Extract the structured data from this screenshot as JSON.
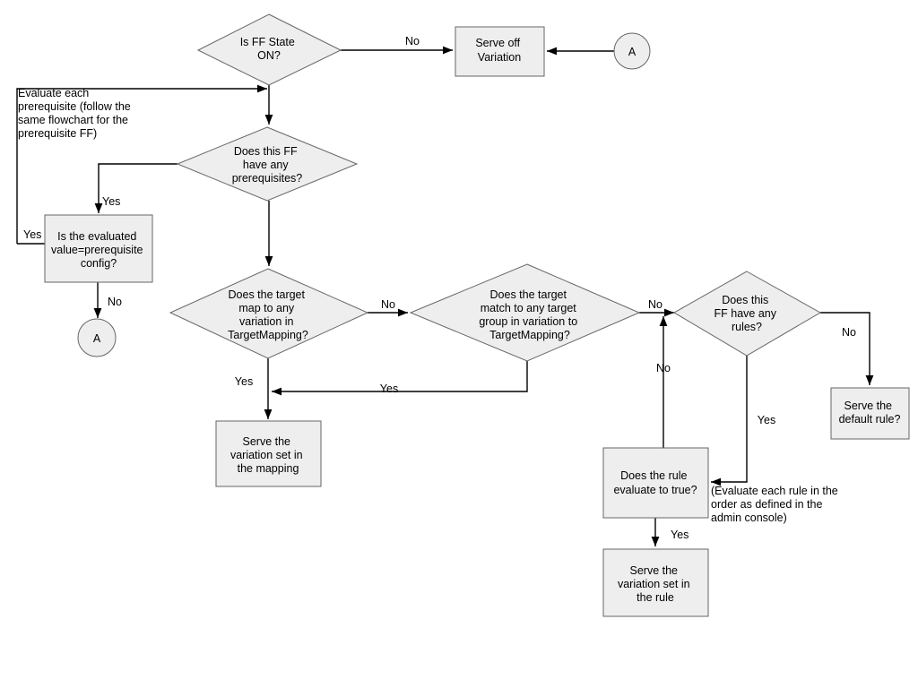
{
  "diagram": {
    "title": "Feature Flag Evaluation Flowchart",
    "colors": {
      "node_fill": "#eeeeee",
      "node_stroke": "#666666",
      "edge_stroke": "#000000",
      "text": "#000000",
      "background": "#ffffff"
    },
    "nodes": [
      {
        "id": "ff-state-on",
        "type": "decision",
        "lines": [
          "Is FF State",
          "ON?"
        ]
      },
      {
        "id": "serve-off-variation",
        "type": "process",
        "lines": [
          "Serve off",
          "Variation"
        ]
      },
      {
        "id": "connector-a-top",
        "type": "connector",
        "lines": [
          "A"
        ]
      },
      {
        "id": "has-prerequisites",
        "type": "decision",
        "lines": [
          "Does this FF",
          "have any",
          "prerequisites?"
        ]
      },
      {
        "id": "evaluated-value",
        "type": "process",
        "lines": [
          "Is the evaluated",
          "value=prerequisite",
          "config?"
        ]
      },
      {
        "id": "connector-a-bottom",
        "type": "connector",
        "lines": [
          "A"
        ]
      },
      {
        "id": "target-map-variation",
        "type": "decision",
        "lines": [
          "Does the target",
          "map to any",
          "variation in",
          "TargetMapping?"
        ]
      },
      {
        "id": "target-match-group",
        "type": "decision",
        "lines": [
          "Does the target",
          "match to any target",
          "group in variation to",
          "TargetMapping?"
        ]
      },
      {
        "id": "has-rules",
        "type": "decision",
        "lines": [
          "Does this",
          "FF have any",
          "rules?"
        ]
      },
      {
        "id": "serve-default-rule",
        "type": "process",
        "lines": [
          "Serve the",
          "default rule?"
        ]
      },
      {
        "id": "serve-mapping-variation",
        "type": "process",
        "lines": [
          "Serve the",
          "variation set in",
          "the mapping"
        ]
      },
      {
        "id": "rule-evaluate-true",
        "type": "process",
        "lines": [
          "Does the rule",
          "evaluate to true?"
        ]
      },
      {
        "id": "serve-rule-variation",
        "type": "process",
        "lines": [
          "Serve the",
          "variation set in",
          "the rule"
        ]
      }
    ],
    "edge_labels": [
      {
        "id": "ff-state-no",
        "text": "No"
      },
      {
        "id": "prerequisites-yes",
        "text": "Yes"
      },
      {
        "id": "evaluated-value-yes",
        "text": "Yes"
      },
      {
        "id": "evaluated-value-no",
        "text": "No"
      },
      {
        "id": "target-map-no",
        "text": "No"
      },
      {
        "id": "target-map-yes",
        "text": "Yes"
      },
      {
        "id": "target-match-yes",
        "text": "Yes"
      },
      {
        "id": "target-match-no",
        "text": "No"
      },
      {
        "id": "rules-no-right",
        "text": "No"
      },
      {
        "id": "rules-yes",
        "text": "Yes"
      },
      {
        "id": "rule-eval-no",
        "text": "No"
      },
      {
        "id": "rule-eval-yes",
        "text": "Yes"
      }
    ],
    "notes": [
      {
        "id": "prerequisite-note",
        "lines": [
          "Evaluate each",
          "prerequisite (follow the",
          "same flowchart for the",
          "prerequisite FF)"
        ]
      },
      {
        "id": "rule-order-note",
        "lines": [
          "(Evaluate each rule in the",
          "order as defined in the",
          "admin console)"
        ]
      }
    ]
  }
}
